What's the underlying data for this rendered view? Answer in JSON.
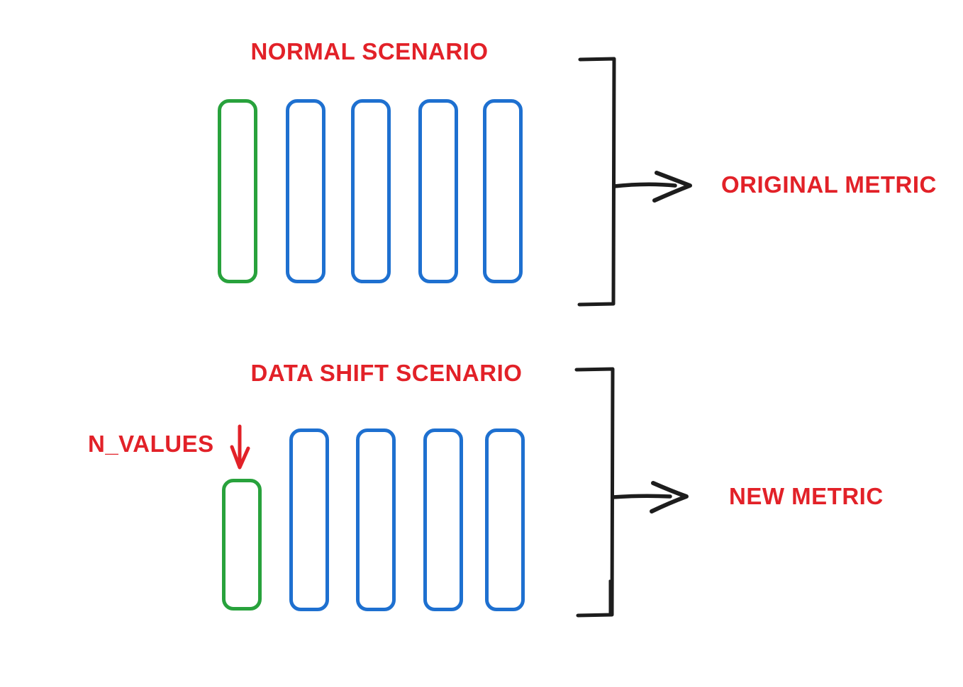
{
  "colors": {
    "red": "#e22128",
    "green": "#28a23c",
    "blue": "#1e70d0",
    "ink": "#1d1d1d"
  },
  "normal_scenario": {
    "title": "NORMAL SCENARIO",
    "metric_label": "ORIGINAL METRIC",
    "bars": [
      {
        "color": "green",
        "size": "full"
      },
      {
        "color": "blue",
        "size": "full"
      },
      {
        "color": "blue",
        "size": "full"
      },
      {
        "color": "blue",
        "size": "full"
      },
      {
        "color": "blue",
        "size": "full"
      }
    ]
  },
  "data_shift_scenario": {
    "title": "DATA SHIFT SCENARIO",
    "annotation_label": "N_VALUES",
    "metric_label": "NEW METRIC",
    "bars": [
      {
        "color": "green",
        "size": "short"
      },
      {
        "color": "blue",
        "size": "full"
      },
      {
        "color": "blue",
        "size": "full"
      },
      {
        "color": "blue",
        "size": "full"
      },
      {
        "color": "blue",
        "size": "full"
      }
    ]
  }
}
